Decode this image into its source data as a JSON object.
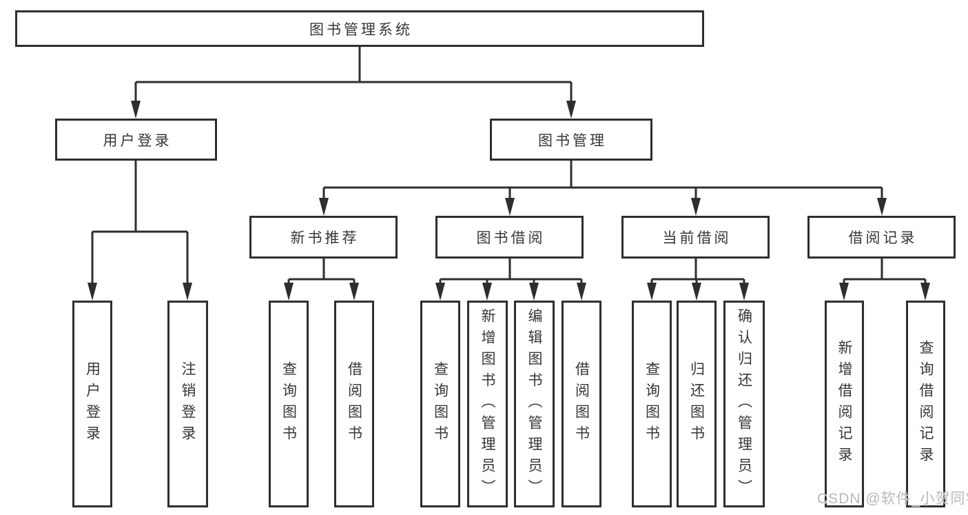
{
  "diagram": {
    "root": {
      "label": "图书管理系统"
    },
    "branches": [
      {
        "label": "用户登录",
        "children": [
          {
            "label": "用户登录"
          },
          {
            "label": "注销登录"
          }
        ]
      },
      {
        "label": "图书管理",
        "groups": [
          {
            "label": "新书推荐",
            "children": [
              {
                "label": "查询图书"
              },
              {
                "label": "借阅图书"
              }
            ]
          },
          {
            "label": "图书借阅",
            "children": [
              {
                "label": "查询图书"
              },
              {
                "label": "新增图书（管理员）"
              },
              {
                "label": "编辑图书（管理员）"
              },
              {
                "label": "借阅图书"
              }
            ]
          },
          {
            "label": "当前借阅",
            "children": [
              {
                "label": "查询图书"
              },
              {
                "label": "归还图书"
              },
              {
                "label": "确认归还（管理员）"
              }
            ]
          },
          {
            "label": "借阅记录",
            "children": [
              {
                "label": "新增借阅记录"
              },
              {
                "label": "查询借阅记录"
              }
            ]
          }
        ]
      }
    ]
  },
  "watermark": {
    "text": "CSDN @软件_小贺同学"
  },
  "colors": {
    "line": "#2e2e2e",
    "text": "#363636",
    "background": "#ffffff",
    "watermark": "#b2b4b8"
  }
}
